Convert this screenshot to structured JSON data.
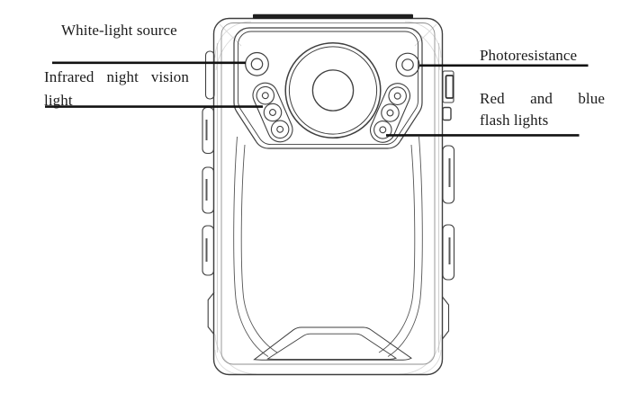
{
  "figure": {
    "kind": "device line-art diagram",
    "device_name": "body-camera-front-view",
    "callouts": {
      "white_light": {
        "label": "White-light source"
      },
      "infrared": {
        "line1": "Infrared night vision",
        "line2": "light"
      },
      "photoresistance": {
        "label": "Photoresistance"
      },
      "red_blue_flash": {
        "line1": "Red and blue",
        "line2": "flash lights"
      }
    },
    "parts": [
      "white-light-source-led",
      "camera-lens",
      "photoresistance-sensor",
      "infrared-night-vision-led-strip",
      "red-blue-flash-led-strip",
      "side-buttons-left",
      "side-buttons-right",
      "top-bar",
      "speaker-grille"
    ],
    "colors": {
      "paper": "#ffffff",
      "ink_text": "#1c1c1c",
      "line_art": "#3f3f3f",
      "leader_line": "#121212",
      "top_bar": "#1f1f1f"
    }
  }
}
